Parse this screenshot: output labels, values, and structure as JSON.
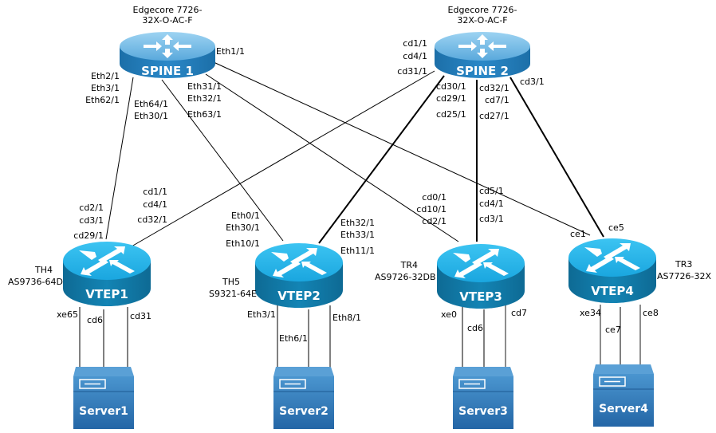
{
  "diagram": {
    "spines": [
      {
        "name": "SPINE 1",
        "model_line1": "Edgecore 7726-",
        "model_line2": "32X-O-AC-F"
      },
      {
        "name": "SPINE 2",
        "model_line1": "Edgecore 7726-",
        "model_line2": "32X-O-AC-F"
      }
    ],
    "vteps": [
      {
        "name": "VTEP1",
        "chip": "TH4",
        "model": "AS9736-64D"
      },
      {
        "name": "VTEP2",
        "chip": "TH5",
        "model": "S9321-64E"
      },
      {
        "name": "VTEP3",
        "chip": "TR4",
        "model": "AS9726-32DB"
      },
      {
        "name": "VTEP4",
        "chip": "TR3",
        "model": "AS7726-32X"
      }
    ],
    "servers": [
      "Server1",
      "Server2",
      "Server3",
      "Server4"
    ],
    "ports": {
      "spine1_eth1": "Eth1/1",
      "spine1_left": [
        "Eth2/1",
        "Eth3/1",
        "Eth62/1"
      ],
      "spine1_mid": [
        "Eth64/1",
        "Eth30/1"
      ],
      "spine1_right": [
        "Eth31/1",
        "Eth32/1",
        "Eth63/1"
      ],
      "spine2_left": [
        "cd1/1",
        "cd4/1",
        "cd31/1"
      ],
      "spine2_mid": [
        "cd30/1",
        "cd29/1",
        "cd25/1"
      ],
      "spine2_down": [
        "cd32/1",
        "cd7/1",
        "cd27/1"
      ],
      "spine2_right": "cd3/1",
      "vtep1_up": [
        "cd2/1",
        "cd3/1",
        "cd29/1"
      ],
      "vtep1_upright": [
        "cd1/1",
        "cd4/1",
        "cd32/1"
      ],
      "vtep1_down": [
        "xe65",
        "cd6",
        "cd31"
      ],
      "vtep2_upleft": [
        "Eth0/1",
        "Eth30/1",
        "Eth10/1"
      ],
      "vtep2_upright": [
        "Eth32/1",
        "Eth33/1",
        "Eth11/1"
      ],
      "vtep2_down": [
        "Eth3/1",
        "Eth6/1",
        "Eth8/1"
      ],
      "vtep3_upleft": [
        "cd0/1",
        "cd10/1",
        "cd2/1"
      ],
      "vtep3_upright": [
        "cd5/1",
        "cd4/1",
        "cd3/1"
      ],
      "vtep3_down": [
        "xe0",
        "cd6",
        "cd7"
      ],
      "vtep4_up": [
        "ce1",
        "ce5"
      ],
      "vtep4_down": [
        "xe34",
        "ce7",
        "ce8"
      ]
    }
  }
}
